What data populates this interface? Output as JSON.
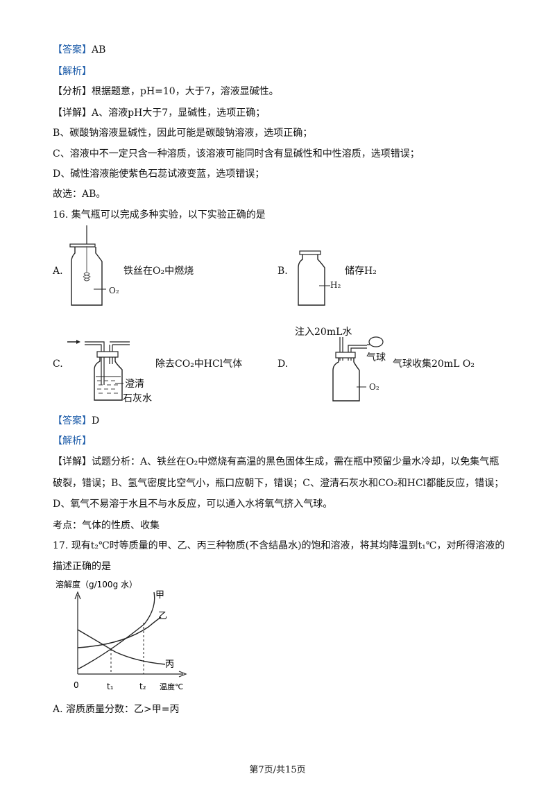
{
  "q15": {
    "answer_tag": "【答案】",
    "answer": "AB",
    "analysis_tag": "【解析】",
    "fenxi_tag": "【分析】",
    "fenxi": "根据题意，pH=10，大于7，溶液显碱性。",
    "detail_tag": "【详解】",
    "detail_a": "A、溶液pH大于7，显碱性，选项正确；",
    "detail_b": "B、碳酸钠溶液显碱性，因此可能是碳酸钠溶液，选项正确；",
    "detail_c": "C、溶液中不一定只含一种溶质，该溶液可能同时含有显碱性和中性溶质，选项错误；",
    "detail_d": "D、碱性溶液能使紫色石蕊试液变蓝，选项错误；",
    "conclusion": "故选：AB。"
  },
  "q16": {
    "stem": "16. 集气瓶可以完成多种实验，以下实验正确的是",
    "options": [
      {
        "letter": "A.",
        "text": "铁丝在O₂中燃烧",
        "gas_label": "O₂"
      },
      {
        "letter": "B.",
        "text": "储存H₂",
        "gas_label": "H₂"
      },
      {
        "letter": "C.",
        "text": "除去CO₂中HCl气体",
        "liquid_label_1": "澄清",
        "liquid_label_2": "石灰水"
      },
      {
        "letter": "D.",
        "text": "气球收集20mL O₂",
        "inject_label": "注入20mL水",
        "balloon_label": "气球",
        "gas_label": "O₂"
      }
    ],
    "answer_tag": "【答案】",
    "answer": "D",
    "analysis_tag": "【解析】",
    "detail_tag": "【详解】",
    "detail_1": "试题分析：A、铁丝在O₂中燃烧有高温的黑色固体生成，需在瓶中预留少量水冷却，以免集气瓶",
    "detail_2": "破裂，错误；B、氢气密度比空气小，瓶口应朝下，错误；C、澄清石灰水和CO₂和HCl都能反应，错误；",
    "detail_3": "D、氧气不易溶于水且不与水反应，可以通入水将氧气挤入气球。",
    "kaodian": "考点：气体的性质、收集"
  },
  "q17": {
    "stem_1": "17. 现有t₂℃时等质量的甲、乙、丙三种物质(不含结晶水)的饱和溶液，将其均降温到t₁℃，对所得溶液的",
    "stem_2": "描述正确的是",
    "option_a": "A. 溶质质量分数：乙>甲=丙"
  },
  "chart_data": {
    "type": "line",
    "ylabel": "溶解度（g/100g 水）",
    "xlabel": "温度℃",
    "origin_label": "0",
    "x_ticks": [
      "t₁",
      "t₂"
    ],
    "series": [
      {
        "name": "甲",
        "trend": "rising steeply"
      },
      {
        "name": "乙",
        "trend": "rising gently"
      },
      {
        "name": "丙",
        "trend": "falling"
      }
    ],
    "notes": "甲 and 丙 intersect at t₁; dashed guide lines drop from t₁ and t₂"
  },
  "footer": "第7页/共15页"
}
